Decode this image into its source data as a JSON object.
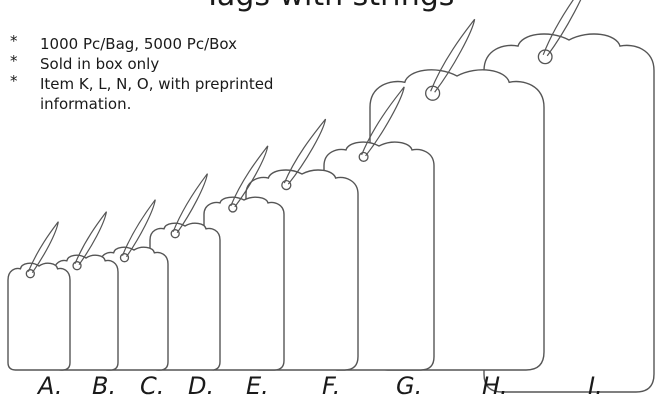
{
  "title": "Tags with strings",
  "notes": [
    "1000 Pc/Bag, 5000 Pc/Box",
    "Sold in box only",
    "Item K, L, N, O, with preprinted information."
  ],
  "note_bullet": "*",
  "tag_labels": [
    "A.",
    "B.",
    "C.",
    "D.",
    "E.",
    "F.",
    "G.",
    "H.",
    "I."
  ],
  "colors": {
    "outline": "#555555",
    "text": "#1a1a1a"
  }
}
